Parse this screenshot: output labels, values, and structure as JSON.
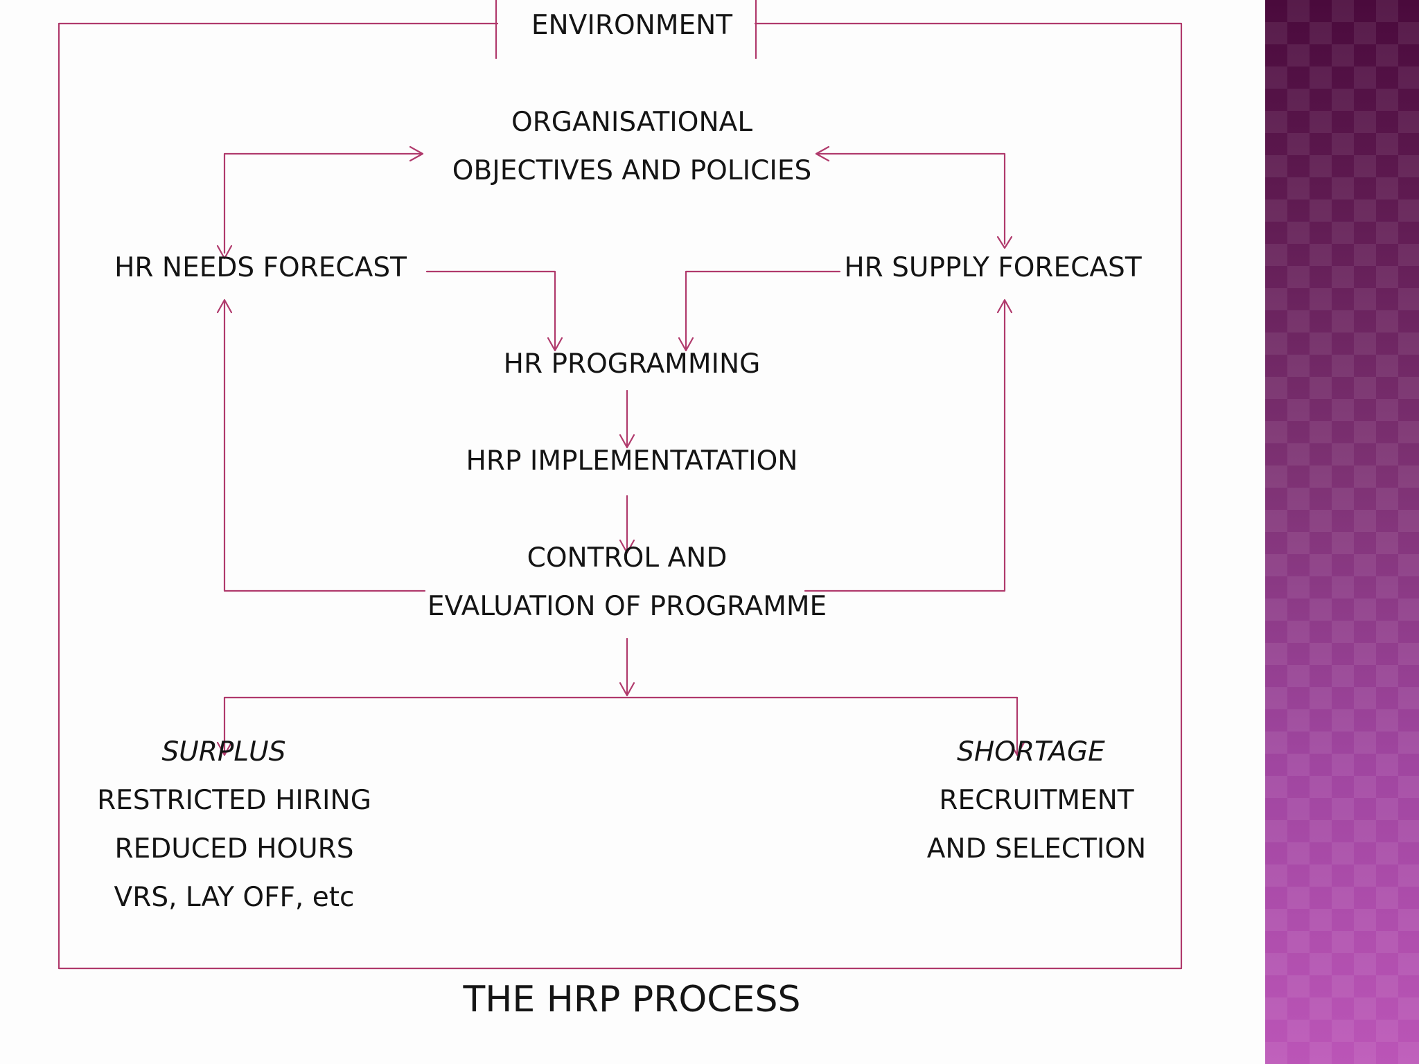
{
  "diagram": {
    "environment": "ENVIRONMENT",
    "objectives": [
      "ORGANISATIONAL",
      "OBJECTIVES AND POLICIES"
    ],
    "needs_forecast": "HR NEEDS FORECAST",
    "supply_forecast": "HR SUPPLY FORECAST",
    "programming": "HR PROGRAMMING",
    "implementation": "HRP IMPLEMENTATATION",
    "control": [
      "CONTROL AND",
      "EVALUATION OF PROGRAMME"
    ],
    "surplus": {
      "heading": "SURPLUS",
      "items": [
        "RESTRICTED HIRING",
        "REDUCED HOURS",
        "VRS, LAY OFF, etc"
      ]
    },
    "shortage": {
      "heading": "SHORTAGE",
      "items": [
        "RECRUITMENT",
        "AND SELECTION"
      ]
    },
    "title": "THE HRP PROCESS"
  },
  "colors": {
    "connector": "#b03a6c",
    "text": "#141414",
    "band_top": "#4a0a3c",
    "band_bottom": "#bb55b7"
  }
}
